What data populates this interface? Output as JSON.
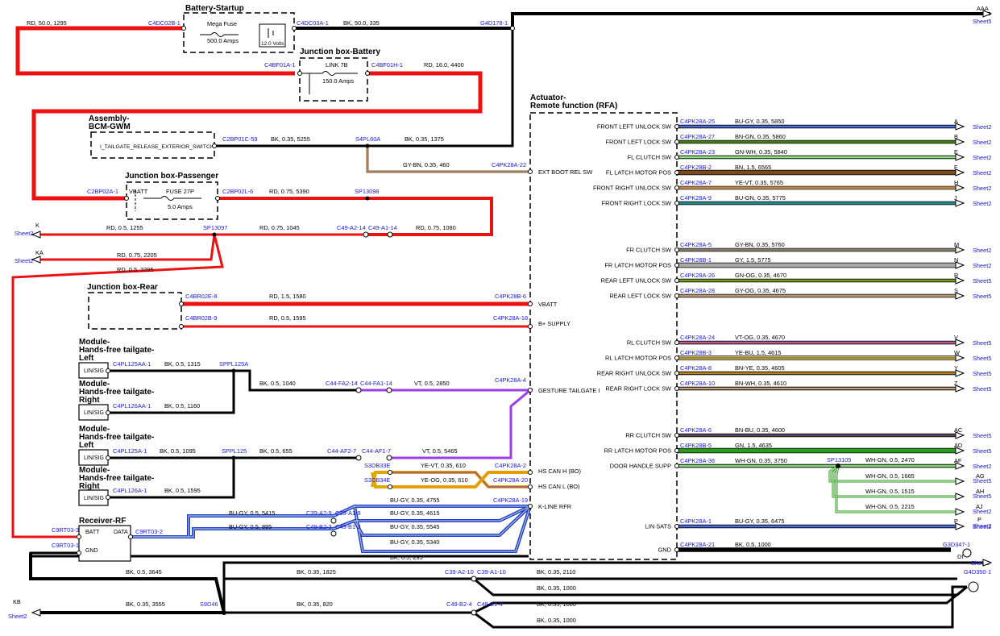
{
  "components": {
    "battery_startup": {
      "title": "Battery-Startup",
      "fuse_label": "Mega Fuse",
      "fuse_rating": "500.0 Amps",
      "battery_voltage": "12.0 Volts"
    },
    "jb_battery": {
      "title": "Junction box-Battery",
      "link_label": "LINK 7B",
      "link_rating": "150.0 Amps"
    },
    "bcm": {
      "title_line1": "Assembly-",
      "title_line2": "BCM-GWM",
      "pin_label": "I_TAILGATE_RELEASE_EXTERIOR_SWITCH"
    },
    "jb_passenger": {
      "title": "Junction box-Passenger",
      "pin_label": "VBATT",
      "fuse_label": "FUSE 27P",
      "fuse_rating": "5.0 Amps"
    },
    "jb_rear": {
      "title": "Junction box-Rear"
    },
    "module_left_1": {
      "title_line1": "Module-",
      "title_line2": "Hands-free tailgate-",
      "title_line3": "Left",
      "pin_label": "LIN/SIG"
    },
    "module_right_1": {
      "title_line1": "Module-",
      "title_line2": "Hands-free tailgate-",
      "title_line3": "Right",
      "pin_label": "LIN/SIG"
    },
    "module_left_2": {
      "title_line1": "Module-",
      "title_line2": "Hands-free tailgate-",
      "title_line3": "Left",
      "pin_label": "LIN/SIG"
    },
    "module_right_2": {
      "title_line1": "Module-",
      "title_line2": "Hands-free tailgate-",
      "title_line3": "Right",
      "pin_label": "LIN/SIG"
    },
    "receiver": {
      "title": "Receiver-RF",
      "pin_batt": "BATT",
      "pin_data": "DATA",
      "pin_gnd": "GND"
    },
    "actuator": {
      "title_line1": "Actuator-",
      "title_line2": "Remote function (RFA)"
    }
  },
  "actuator_pins_left": [
    {
      "label": "EXT BOOT REL SW"
    },
    {
      "label": "VBATT"
    },
    {
      "label": "B+ SUPPLY"
    },
    {
      "label": "GESTURE TAILGATE I"
    },
    {
      "label": "HS CAN H (BO)"
    },
    {
      "label": "HS CAN L (BO)"
    },
    {
      "label": "K-LINE RFR"
    }
  ],
  "outputs": [
    {
      "pin": "FRONT LEFT UNLOCK SW",
      "connector": "C4PK28A-25",
      "wire": "BU-GY, 0.35, 5850",
      "letter": "A",
      "sheet": "Sheet2",
      "color1": "#1a3fd6",
      "color2": "#9aa0a6",
      "size": 3
    },
    {
      "pin": "FRONT LEFT LOCK SW",
      "connector": "C4PK28A-27",
      "wire": "BN-GN, 0.35, 5860",
      "letter": "B",
      "sheet": "Sheet2",
      "color1": "#2a9a1a",
      "color2": "#7a4a1a",
      "size": 3
    },
    {
      "pin": "FL CLUTCH SW",
      "connector": "C4PK28A-23",
      "wire": "GN-WH, 0.35, 5840",
      "letter": "E",
      "sheet": "Sheet2",
      "color1": "#3ab52a",
      "color2": "#ffffff",
      "size": 3
    },
    {
      "pin": "FL LATCH MOTOR POS",
      "connector": "C4PK28B-2",
      "wire": "BN, 1.5, 6565",
      "letter": "F",
      "sheet": "Sheet2",
      "color1": "#7a4a1a",
      "color2": "#7a4a1a",
      "size": 5
    },
    {
      "pin": "FRONT RIGHT UNLOCK SW",
      "connector": "C4PK28A-7",
      "wire": "YE-VT, 0.35, 5765",
      "letter": "H",
      "sheet": "Sheet2",
      "color1": "#f0c21a",
      "color2": "#8a3ac0",
      "size": 3
    },
    {
      "pin": "FRONT RIGHT LOCK SW",
      "connector": "C4PK28A-9",
      "wire": "BU-GN, 0.35, 5775",
      "letter": "J",
      "sheet": "Sheet2",
      "color1": "#1a7ac8",
      "color2": "#2a9a1a",
      "size": 3
    },
    {
      "pin": "FR CLUTCH SW",
      "connector": "C4PK28A-5",
      "wire": "GY-BN, 0.35, 5760",
      "letter": "M",
      "sheet": "Sheet2",
      "color1": "#9aa0a6",
      "color2": "#7a4a1a",
      "size": 3
    },
    {
      "pin": "FR LATCH MOTOR POS",
      "connector": "C4PK28B-1",
      "wire": "GY, 1.5, 5775",
      "letter": "N",
      "sheet": "Sheet2",
      "color1": "#a8a8a8",
      "color2": "#a8a8a8",
      "size": 5
    },
    {
      "pin": "REAR LEFT UNLOCK SW",
      "connector": "C4PK28A-26",
      "wire": "GN-OG, 0.35, 4670",
      "letter": "R",
      "sheet": "Sheet5",
      "color1": "#2a9a1a",
      "color2": "#f08a1a",
      "size": 3
    },
    {
      "pin": "REAR LEFT LOCK SW",
      "connector": "C4PK28A-28",
      "wire": "GY-OG, 0.35, 4675",
      "letter": "S",
      "sheet": "Sheet5",
      "color1": "#9aa0a6",
      "color2": "#f08a1a",
      "size": 3
    },
    {
      "pin": "RL CLUTCH SW",
      "connector": "C4PK28A-24",
      "wire": "VT-OG, 0.35, 4670",
      "letter": "V",
      "sheet": "Sheet5",
      "color1": "#8a3ac0",
      "color2": "#f08a1a",
      "size": 3
    },
    {
      "pin": "RL LATCH MOTOR POS",
      "connector": "C4PK28B-3",
      "wire": "YE-BU, 1.5, 4615",
      "letter": "W",
      "sheet": "Sheet5",
      "color1": "#f0c21a",
      "color2": "#1a3fd6",
      "size": 4
    },
    {
      "pin": "REAR RIGHT UNLOCK SW",
      "connector": "C4PK28A-8",
      "wire": "BN-YE, 0.35, 4605",
      "letter": "Y",
      "sheet": "Sheet5",
      "color1": "#7a4a1a",
      "color2": "#f0c21a",
      "size": 3
    },
    {
      "pin": "REAR RIGHT LOCK SW",
      "connector": "C4PK28A-10",
      "wire": "BN-WH, 0.35, 4610",
      "letter": "Z",
      "sheet": "Sheet5",
      "color1": "#7a4a1a",
      "color2": "#ffffff",
      "size": 3
    },
    {
      "pin": "RR CLUTCH SW",
      "connector": "C4PK28A-6",
      "wire": "BN-BU, 0.35, 4600",
      "letter": "AC",
      "sheet": "Sheet5",
      "color1": "#7a4a1a",
      "color2": "#1a3fd6",
      "size": 3
    },
    {
      "pin": "RR LATCH MOTOR POS",
      "connector": "C4PK28B-5",
      "wire": "GN, 1.5, 4635",
      "letter": "AD",
      "sheet": "Sheet5",
      "color1": "#2a9a1a",
      "color2": "#2a9a1a",
      "size": 5
    },
    {
      "pin": "DOOR HANDLE SUPP",
      "connector": "C4PK28A-36",
      "wire": "WH-GN, 0.35, 3750",
      "letter": "AF",
      "sheet": "Sheet2",
      "color1": "#2a9a1a",
      "color2": "#ffffff",
      "size": 3
    },
    {
      "pin": "LIN SATS",
      "connector": "C4PK28A-1",
      "wire": "BU-GY, 0.35, 6475",
      "letter": "P",
      "sheet": "Sheet2",
      "color1": "#1a3fd6",
      "color2": "#9aa0a6",
      "size": 3
    },
    {
      "pin": "GND",
      "connector": "C4PK28A-21",
      "wire": "BK, 0.5, 1000",
      "letter": "",
      "sheet": "",
      "color1": "#000000",
      "color2": "#000000",
      "size": 4
    }
  ],
  "door_splice": {
    "id": "SP13105",
    "wire_main": "WH-GN, 0.5, 2470",
    "branches": [
      {
        "wire": "WH-GN, 0.5, 1665",
        "letter": "AG",
        "sheet": "Sheet5"
      },
      {
        "wire": "WH-GN, 0.5, 1515",
        "letter": "AH",
        "sheet": "Sheet5"
      },
      {
        "wire": "WH-GN, 0.5, 2215",
        "letter": "AJ",
        "sheet": "Sheet2"
      }
    ],
    "p_letter": "P",
    "p_sheet": "Sheet2"
  },
  "labels": {
    "c4dc02b": "C4DC02B-1",
    "c4dc03a": "C4DC03A-1",
    "g4d178": "G4D178-1",
    "w_rd_50": "RD, 50.0, 1295",
    "w_bk_50": "BK, 50.0, 335",
    "aaa": "AAA",
    "aaa_sheet": "Sheet5",
    "c4bf01a": "C4BF01A-1",
    "c4bf01h": "C4BF01H-1",
    "w_rd_16": "RD, 16.0, 4400",
    "c2bp01c": "C2BP01C-59",
    "w_bk_5255": "BK, 0.35, 5255",
    "s4pl60a": "S4PL60A",
    "w_bk_1375": "BK, 0.35, 1375",
    "w_gybn_460": "GY-BN, 0.35, 460",
    "c4pk28a_22": "C4PK28A-22",
    "c2bp02a": "C2BP02A-1",
    "c2bp02l": "C2BP02L-6",
    "w_rd_5390": "RD, 0.75, 5390",
    "sp13098": "SP13098",
    "k_letter": "K",
    "k_sheet": "Sheet2",
    "w_rd_1255": "RD, 0.5, 1255",
    "sp13097": "SP13097",
    "w_rd_1045": "RD, 0.75, 1045",
    "c49a2_14": "C49-A2-14",
    "c49a1_14": "C49-A1-14",
    "w_rd_1080": "RD, 0.75, 1080",
    "ka_letter": "KA",
    "ka_sheet": "Sheet2",
    "w_rd_2205": "RD, 0.75, 2205",
    "w_rd_2295": "RD, 0.5, 2295",
    "c4br02e": "C4BR02E-8",
    "w_rd_1580": "RD, 1.5, 1580",
    "c4pk28b_6": "C4PK28B-6",
    "c4br02b": "C4BR02B-9",
    "w_rd_1595": "RD, 0.5, 1595",
    "c4pk28a_18": "C4PK28A-18",
    "c4pl125aa": "C4PL125AA-1",
    "w_bk_1315": "BK, 0.5, 1315",
    "sppl125a": "SPPL125A",
    "w_bk_1040": "BK, 0.5, 1040",
    "c44fa2": "C44-FA2-14",
    "c44fa1": "C44-FA1-14",
    "w_vt_2850": "VT, 0.5, 2850",
    "c4pk28a_4": "C4PK28A-4",
    "c4pl126aa": "C4PL126AA-1",
    "w_bk_1160": "BK, 0.5, 1160",
    "c4pl125a": "C4PL125A-1",
    "w_bk_1095": "BK, 0.5, 1095",
    "sppl125": "SPPL125",
    "w_bk_655": "BK, 0.5, 655",
    "c44af2": "C44-AF2-7",
    "c44af1": "C44-AF1-7",
    "w_vt_5465": "VT, 0.5, 5465",
    "c4pl126a": "C4PL126A-1",
    "w_bk_1595": "BK, 0.5, 1595",
    "s3db33e": "S3DB33E",
    "w_yevt_610": "YE-VT, 0.35, 610",
    "c4pk28a_2": "C4PK28A-2",
    "s3db34e": "S3DB34E",
    "w_yeog_610": "YE-OG, 0.35, 610",
    "c4pk28a_20": "C4PK28A-20",
    "w_bugy_4755": "BU-GY, 0.35, 4755",
    "c4pk28a_19": "C4PK28A-19",
    "c39a2_9": "C39-A2-9",
    "c39a1_9": "C39-A1-9",
    "w_bugy_5415": "BU-GY, 0.5, 5415",
    "w_bugy_4615": "BU-GY, 0.35, 4615",
    "c9rt03_3": "C9RT03-3",
    "c9rt03_2": "C9RT03-2",
    "c9rt03_1": "C9RT03-1",
    "c49b2_3": "C49-B2-3",
    "c49b1_3": "C49-B1-3",
    "w_bugy_895": "BU-GY, 0.5, 895",
    "w_bugy_5545": "BU-GY, 0.35, 5545",
    "w_bugy_5340": "BU-GY, 0.35, 5340",
    "w_bk_295": "BK, 0.5, 295",
    "g3d347": "G3D347-1",
    "di_letter": "DI",
    "di_sheet": "Sheet2",
    "g4d350": "G4D350-1",
    "w_bk_3645": "BK, 0.5, 3645",
    "w_bk_1825": "BK, 0.35, 1825",
    "c39a2_10": "C39-A2-10",
    "c39a1_10": "C39-A1-10",
    "w_bk_2110": "BK, 0.35, 2110",
    "w_bk_1000a": "BK, 0.35, 1000",
    "kb_letter": "KB",
    "kb_sheet": "Sheet2",
    "w_bk_3555": "BK, 0.35, 3555",
    "s9d46": "S9D46",
    "w_bk_820": "BK, 0.35, 820",
    "c49b2_4": "C49-B2-4",
    "c49b1_4": "C49-B1-4",
    "w_bk_1000b": "BK, 0.35, 1000",
    "w_bk_1000c": "BK, 0.35, 1000"
  }
}
